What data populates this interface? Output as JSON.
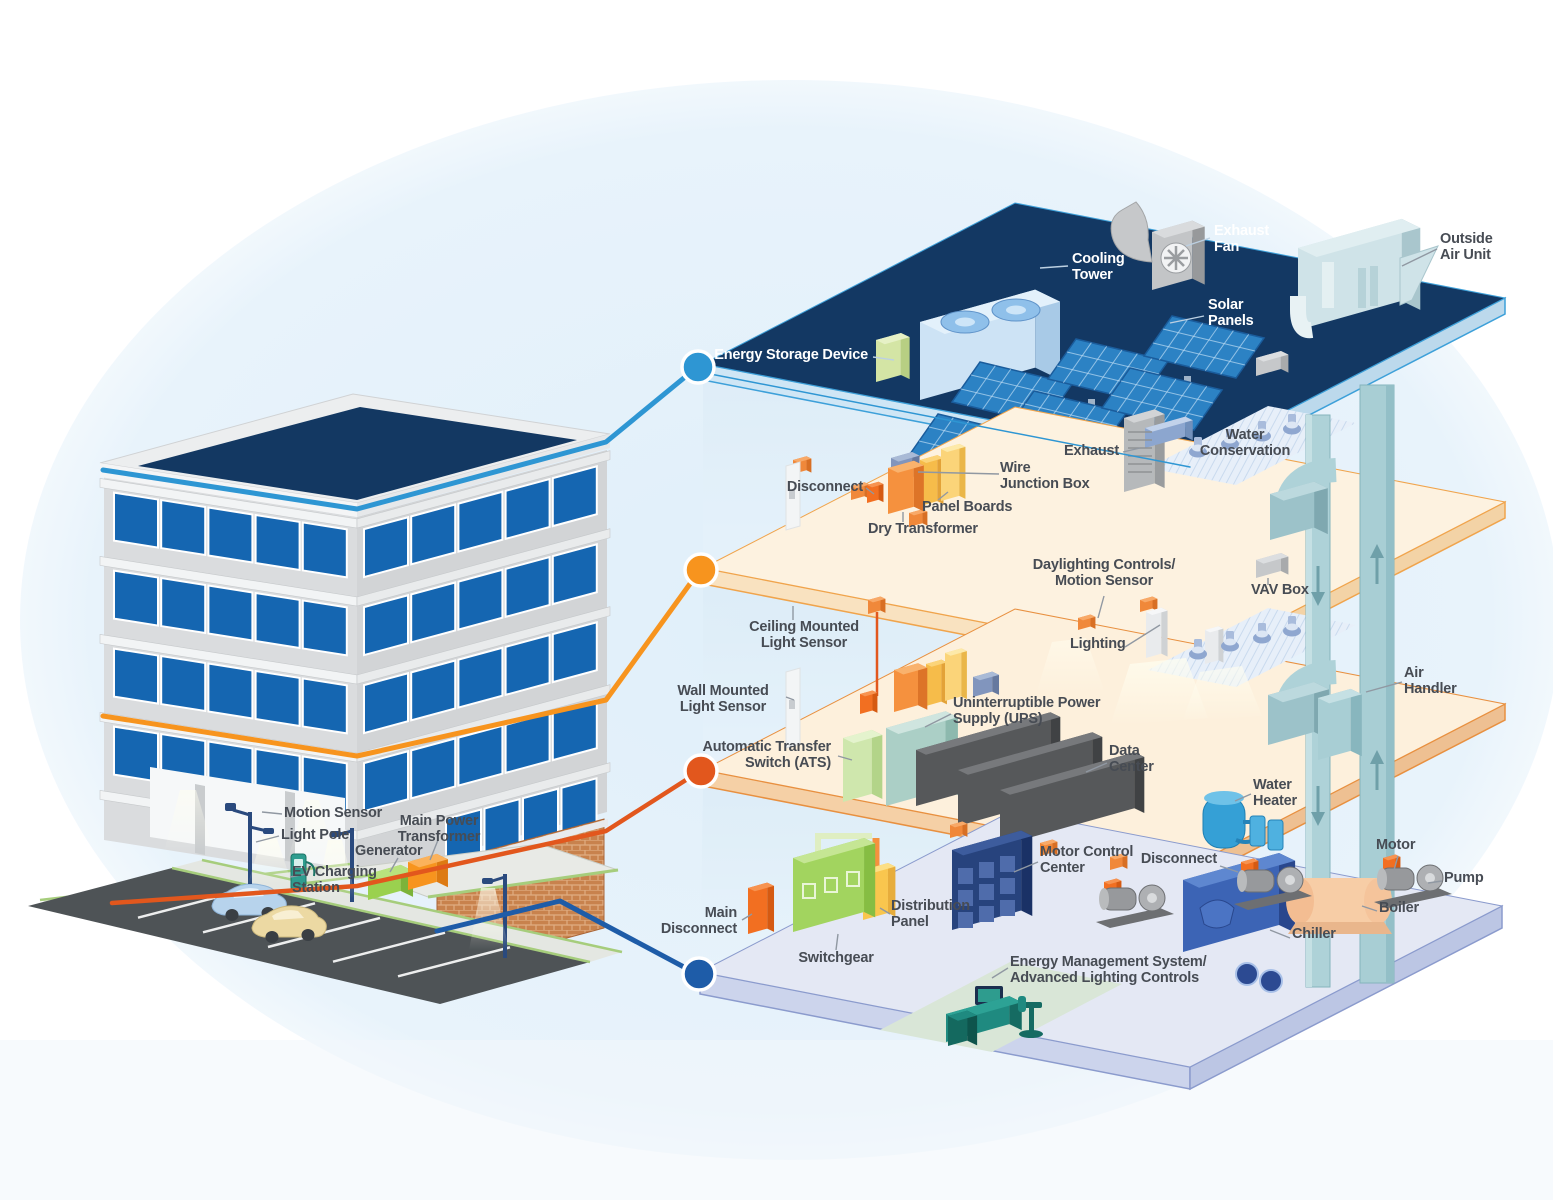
{
  "labels": {
    "cooling_tower": "Cooling\nTower",
    "exhaust_fan": "Exhaust\nFan",
    "outside_air_unit": "Outside\nAir Unit",
    "solar_panels": "Solar\nPanels",
    "energy_storage_device": "Energy Storage Device",
    "exhaust": "Exhaust",
    "water_conservation": "Water\nConservation",
    "wire_junction_box": "Wire\nJunction Box",
    "panel_boards": "Panel Boards",
    "dry_transformer": "Dry Transformer",
    "disconnect_floor2": "Disconnect",
    "daylighting_controls": "Daylighting Controls/\nMotion Sensor",
    "vav_box": "VAV Box",
    "ceiling_mounted_light_sensor": "Ceiling Mounted\nLight Sensor",
    "lighting": "Lighting",
    "air_handler": "Air\nHandler",
    "wall_mounted_light_sensor": "Wall Mounted\nLight Sensor",
    "ups": "Uninterruptible Power\nSupply (UPS)",
    "ats": "Automatic Transfer\nSwitch (ATS)",
    "data_center": "Data\nCenter",
    "water_heater": "Water\nHeater",
    "motor_control_center": "Motor Control\nCenter",
    "disconnect_basement": "Disconnect",
    "motor": "Motor",
    "pump": "Pump",
    "boiler": "Boiler",
    "chiller": "Chiller",
    "distribution_panel": "Distribution\nPanel",
    "main_disconnect": "Main\nDisconnect",
    "switchgear": "Switchgear",
    "energy_management_system": "Energy Management System/\nAdvanced Lighting Controls",
    "motion_sensor": "Motion Sensor",
    "light_pole": "Light Pole",
    "generator": "Generator",
    "main_power_transformer": "Main Power\nTransformer",
    "ev_charging_station": "EV Charging\nStation"
  },
  "nodes": {
    "roof_color": "#2e96d3",
    "floor2_color": "#f7941e",
    "floor3_color": "#e2571d",
    "basement_color": "#1e5ca8"
  }
}
